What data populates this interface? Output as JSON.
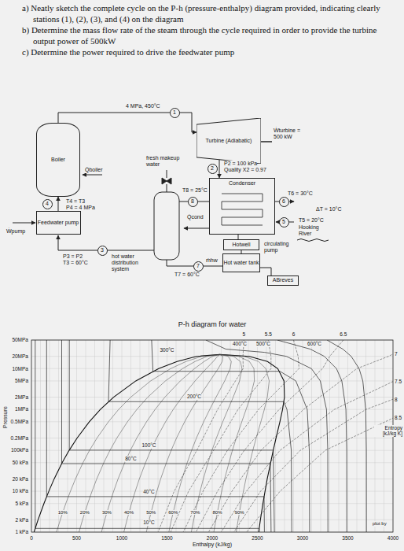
{
  "diagram": {
    "nodes": [
      {
        "text": [
          "Boiler"
        ]
      },
      {
        "text": [
          "Turbine (Adiabatic)"
        ]
      },
      {
        "text": [
          "Condenser"
        ]
      },
      {
        "text": [
          "Feedwater pump"
        ]
      },
      {
        "text": [
          "Hotwell"
        ]
      },
      {
        "text": [
          "Hot water tank"
        ]
      },
      {
        "text": [
          "ABreves"
        ]
      },
      {
        "text": [
          "1"
        ]
      },
      {
        "text": [
          "2"
        ]
      },
      {
        "text": [
          "3"
        ]
      },
      {
        "text": [
          "4"
        ]
      },
      {
        "text": [
          "5"
        ]
      },
      {
        "text": [
          "6"
        ]
      },
      {
        "text": [
          "7"
        ]
      },
      {
        "text": [
          "8"
        ]
      }
    ],
    "edges": [
      {
        "from": 0,
        "to": 1,
        "arrow": "to"
      },
      {
        "from": 1,
        "to": 2,
        "arrow": "to"
      },
      {
        "from": 3,
        "to": 0,
        "arrow": "to"
      }
    ],
    "labels": [
      "a) Neatly sketch the complete cycle on the P-h (pressure-enthalpy) diagram provided, indicating clearly stations (1), (2), (3), and (4) on the diagram",
      "b) Determine the mass flow rate of the steam through the cycle required in order to provide the turbine output power of 500kW",
      "c) Determine the power required to drive the feedwater pump",
      "4 MPa, 450°C",
      "Ẇturbine = 500 kW",
      "fresh makeup water",
      "P2 = 100 kPa",
      "Quality X2 = 0.97",
      "T8 = 25°C",
      "T6 = 30°C",
      "Q̇cond",
      "ΔT = 10°C",
      "T5 = 20°C",
      "Hooking River",
      "circulating pump",
      "T4 = T3",
      "P4 = 4 MPa",
      "Q̇boiler",
      "Ẇpump",
      "hot water distribution system",
      "T7 = 60°C",
      "ṁhw",
      "P3 = P2",
      "T3 = 60°C",
      "P-h diagram for water",
      "50MPa",
      "20MPa",
      "10MPa",
      "5MPa",
      "2MPa",
      "1MPa",
      "0.5MPa",
      "0.2MPa",
      "100kPa",
      "50 kPa",
      "20 kPa",
      "10 kPa",
      "5 kPa",
      "2 kPa",
      "1 kPa",
      "Pressure",
      "10°C",
      "40°C",
      "80°C",
      "100°C",
      "200°C",
      "300°C",
      "400°C",
      "500°C",
      "600°C",
      "5",
      "5.5",
      "6",
      "6.5",
      "7",
      "7.5",
      "8",
      "8.5",
      "Entropy [kJ/kg K]",
      "10%",
      "20%",
      "30%",
      "40%",
      "50%",
      "60%",
      "70%",
      "80%",
      "90%",
      "0",
      "500",
      "1000",
      "1500",
      "2000",
      "2500",
      "3000",
      "3500",
      "4000",
      "Enthalpy (kJ/kg)",
      "plot by"
    ]
  }
}
